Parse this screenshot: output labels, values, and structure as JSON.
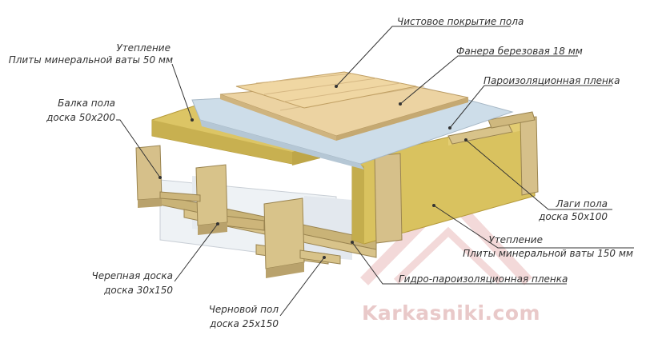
{
  "labels": {
    "finish": "Чистовое покрытие пола",
    "plywood": "Фанера березовая 18 мм",
    "vapor": "Пароизоляционная пленка",
    "insul_top_1": "Утепление",
    "insul_top_2": "Плиты минеральной ваты 50 мм",
    "beam_1": "Балка пола",
    "beam_2": "доска 50х200",
    "lag_1": "Лаги пола",
    "lag_2": "доска 50х100",
    "insul_main_1": "Утепление",
    "insul_main_2": "Плиты минеральной ваты 150 мм",
    "hydro": "Гидро-пароизоляционная пленка",
    "cranial_1": "Черепная доска",
    "cranial_2": "доска 30х150",
    "subfloor_1": "Черновой пол",
    "subfloor_2": "доска 25х150"
  },
  "watermark": {
    "text": "Karkasniki.com",
    "color": "#e9c9c9"
  },
  "colors": {
    "wood": "#d8c38a",
    "plywood": "#ecd3a2",
    "wool": "#d6c25e",
    "vapor": "#cfdfea",
    "hydro": "#eef2f5",
    "leader": "#333333"
  }
}
